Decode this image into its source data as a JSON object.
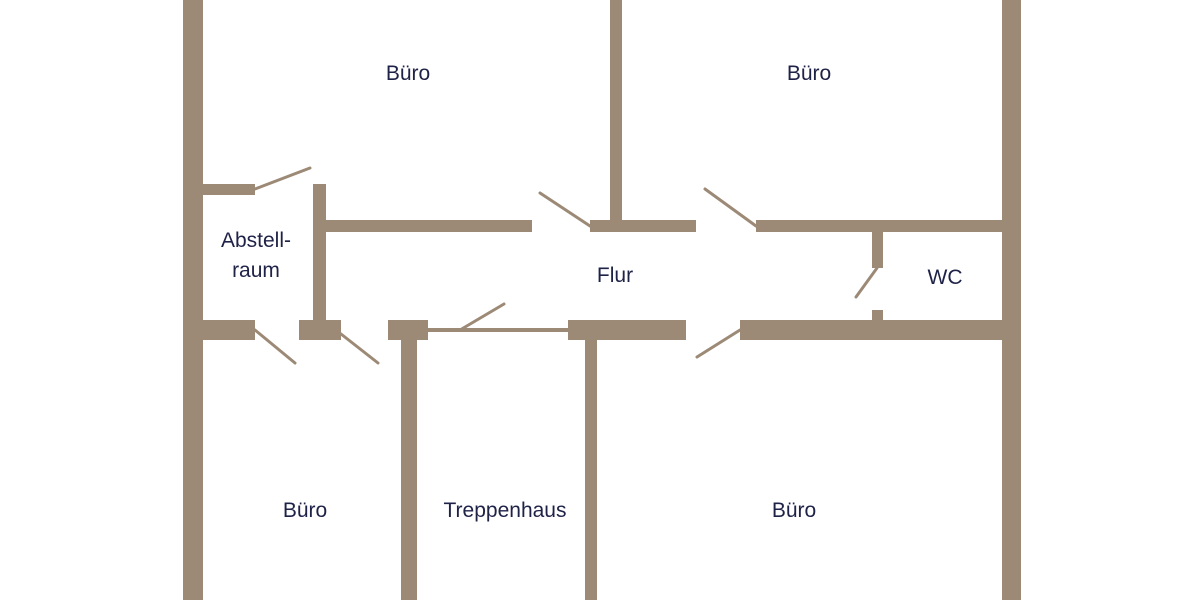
{
  "colors": {
    "wall": "#9c8a76",
    "label": "#1f2247",
    "background": "#ffffff"
  },
  "rooms": {
    "buero_top_left": "Büro",
    "buero_top_right": "Büro",
    "abstellraum": "Abstell-\nraum",
    "flur": "Flur",
    "wc": "WC",
    "buero_bottom_left": "Büro",
    "treppenhaus": "Treppenhaus",
    "buero_bottom_right": "Büro"
  }
}
